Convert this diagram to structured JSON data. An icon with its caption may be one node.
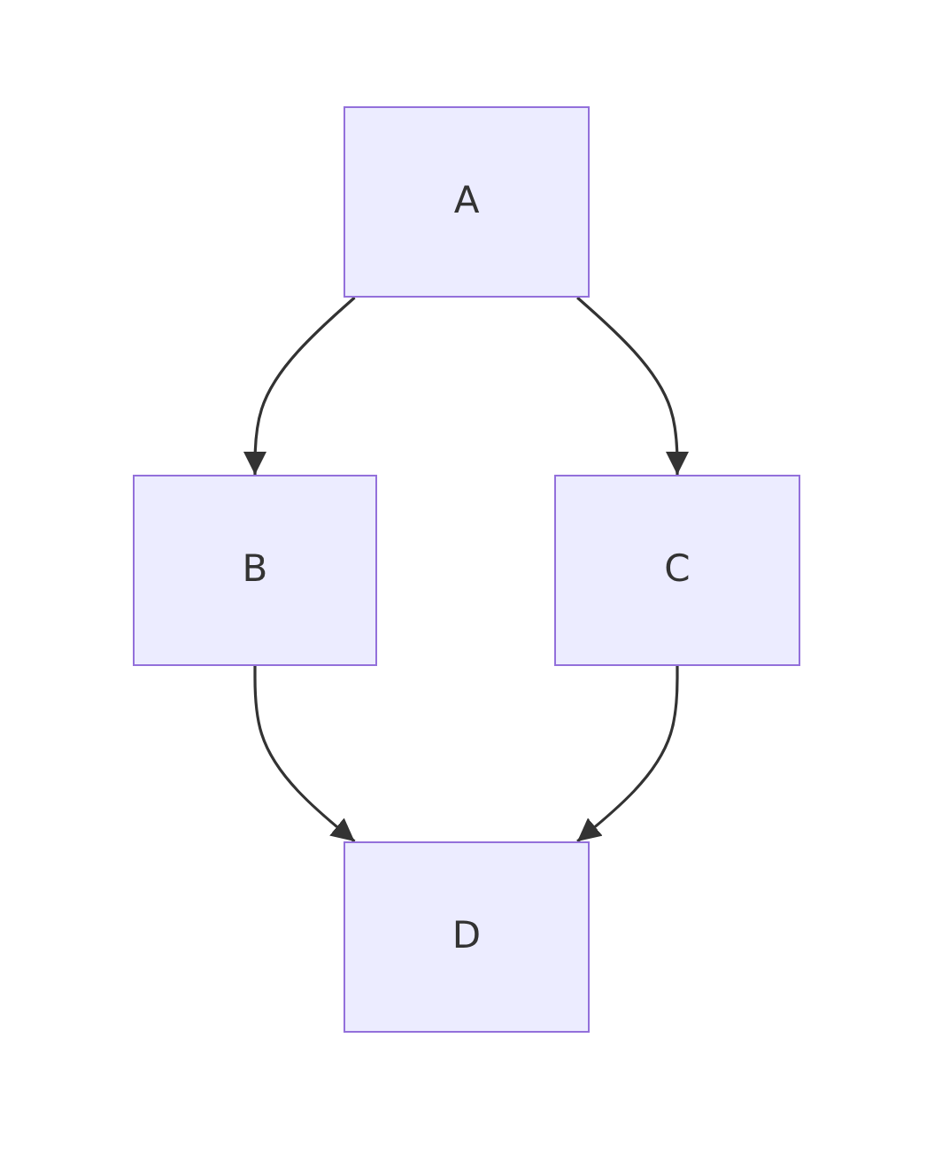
{
  "diagram": {
    "nodes": [
      {
        "text": [
          "A"
        ]
      },
      {
        "text": [
          "B"
        ]
      },
      {
        "text": [
          "C"
        ]
      },
      {
        "text": [
          "D"
        ]
      }
    ],
    "edges": [
      {
        "from": 0,
        "to": 1,
        "arrow": "to"
      },
      {
        "from": 0,
        "to": 2,
        "arrow": "to"
      },
      {
        "from": 1,
        "to": 3,
        "arrow": "to"
      },
      {
        "from": 2,
        "to": 3,
        "arrow": "to"
      }
    ]
  }
}
